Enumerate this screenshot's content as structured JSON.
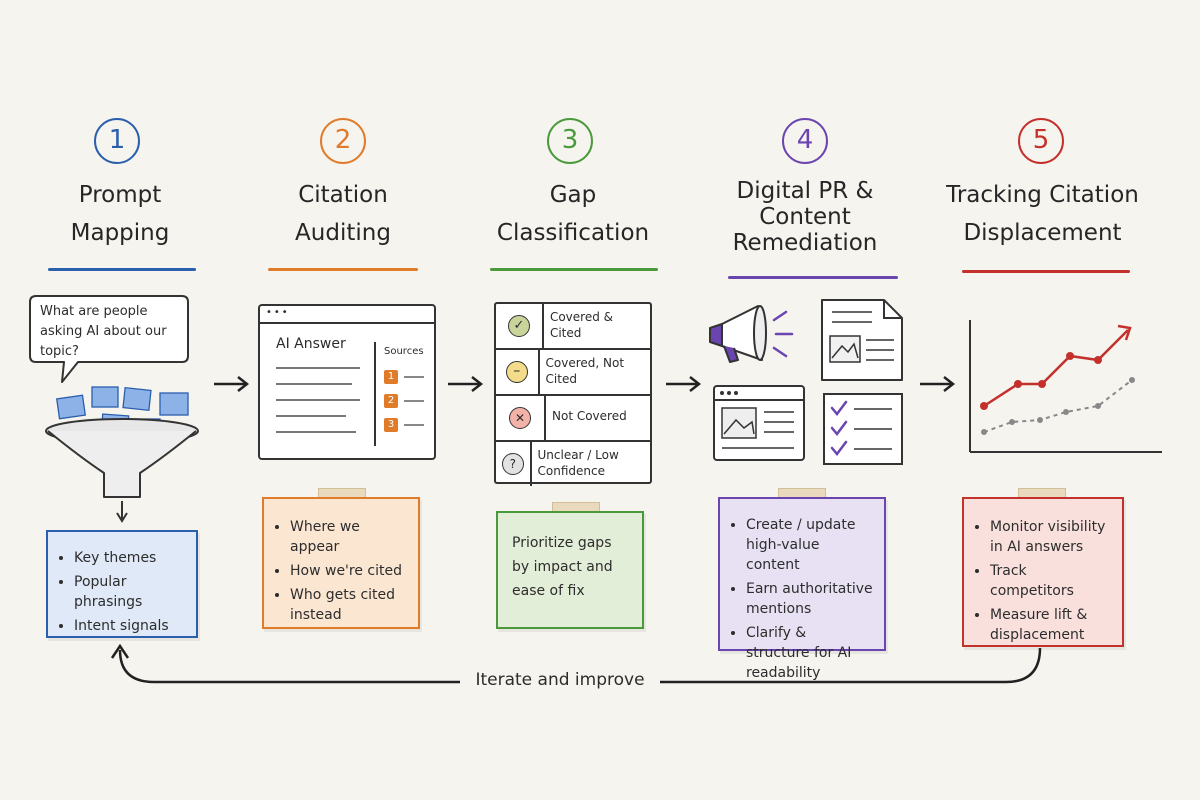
{
  "steps": [
    {
      "number": "1",
      "title_lines": [
        "Prompt",
        "Mapping"
      ],
      "color": "#2a5fad",
      "bubble": "What are people asking AI about our topic?",
      "bullets": [
        "Key themes",
        "Popular phrasings",
        "Intent signals"
      ],
      "note_bg": "#dfe9f7"
    },
    {
      "number": "2",
      "title_lines": [
        "Citation",
        "Auditing"
      ],
      "color": "#e07b2a",
      "panel": {
        "title": "AI Answer",
        "sources_label": "Sources",
        "source_nums": [
          "1",
          "2",
          "3"
        ]
      },
      "bullets": [
        "Where we appear",
        "How we're cited",
        "Who gets cited instead"
      ],
      "note_bg": "#fbe6d2"
    },
    {
      "number": "3",
      "title_lines": [
        "Gap",
        "Classification"
      ],
      "color": "#4a9a3c",
      "rows": [
        {
          "icon": "check",
          "label": "Covered & Cited"
        },
        {
          "icon": "minus",
          "label": "Covered, Not Cited"
        },
        {
          "icon": "x",
          "label": "Not Covered"
        },
        {
          "icon": "question",
          "label": "Unclear / Low Confidence"
        }
      ],
      "note_text": "Prioritize gaps by impact and ease of fix",
      "note_bg": "#e3eed9"
    },
    {
      "number": "4",
      "title_lines": [
        "Digital PR &",
        "Content",
        "Remediation"
      ],
      "color": "#6a45b0",
      "bullets": [
        "Create / update high-value content",
        "Earn authoritative mentions",
        "Clarify & structure for AI readability"
      ],
      "note_bg": "#e8e1f3"
    },
    {
      "number": "5",
      "title_lines": [
        "Tracking Citation",
        "Displacement"
      ],
      "color": "#c4302b",
      "bullets": [
        "Monitor visibility in AI answers",
        "Track competitors",
        "Measure lift & displacement"
      ],
      "note_bg": "#f9e0dc"
    }
  ],
  "loop_label": "Iterate and improve",
  "colors": {
    "background": "#f6f4ef",
    "ink": "#2c2c2c",
    "tape": "#e8d8b8"
  }
}
